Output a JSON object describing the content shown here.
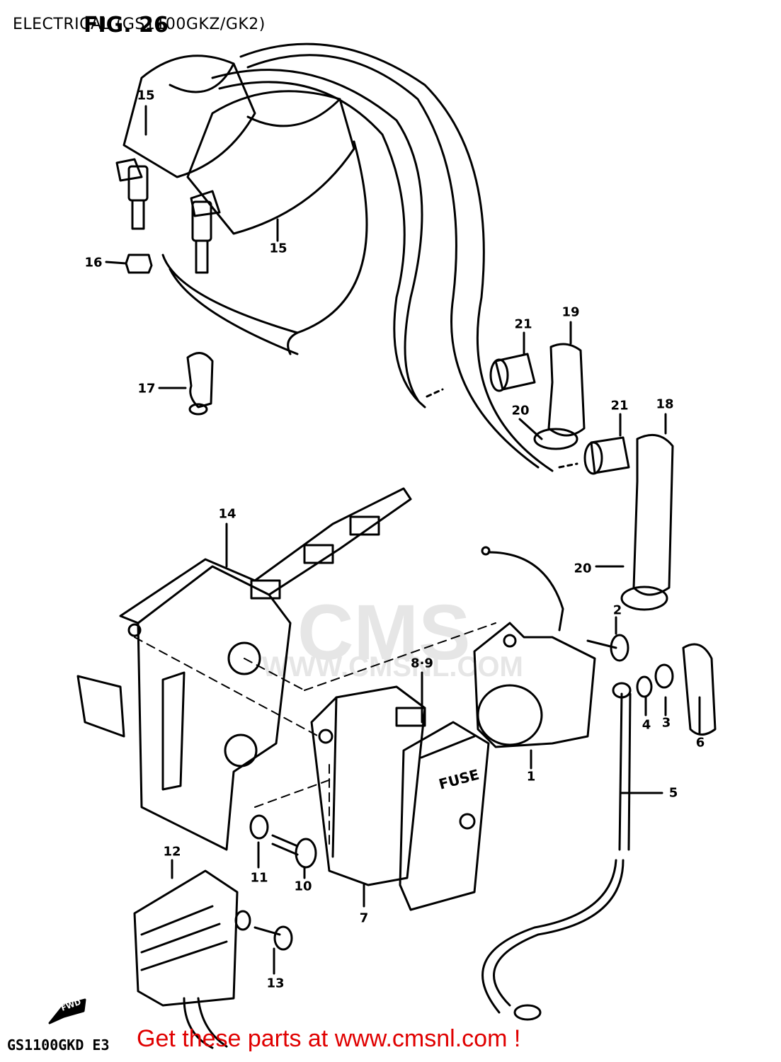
{
  "header": {
    "title": "ELECTRICAL (GS1100GKZ/GK2)",
    "figure": "FIG. 26"
  },
  "watermark": {
    "logo_text": "CMS",
    "url_text": "WWW.CMSNL.COM"
  },
  "diagram": {
    "fwd_arrow_label": "FWD",
    "fuse_label": "FUSE",
    "callouts": {
      "c1": "1",
      "c2": "2",
      "c3": "3",
      "c4": "4",
      "c5": "5",
      "c6": "6",
      "c7": "7",
      "c89": "8·9",
      "c10": "10",
      "c11": "11",
      "c12": "12",
      "c13": "13",
      "c14": "14",
      "c15a": "15",
      "c15b": "15",
      "c16": "16",
      "c17": "17",
      "c18": "18",
      "c19": "19",
      "c20a": "20",
      "c20b": "20",
      "c21a": "21",
      "c21b": "21"
    }
  },
  "footer": {
    "model_code": "GS1100GKD E3",
    "promo": "Get these parts at www.cmsnl.com !"
  }
}
